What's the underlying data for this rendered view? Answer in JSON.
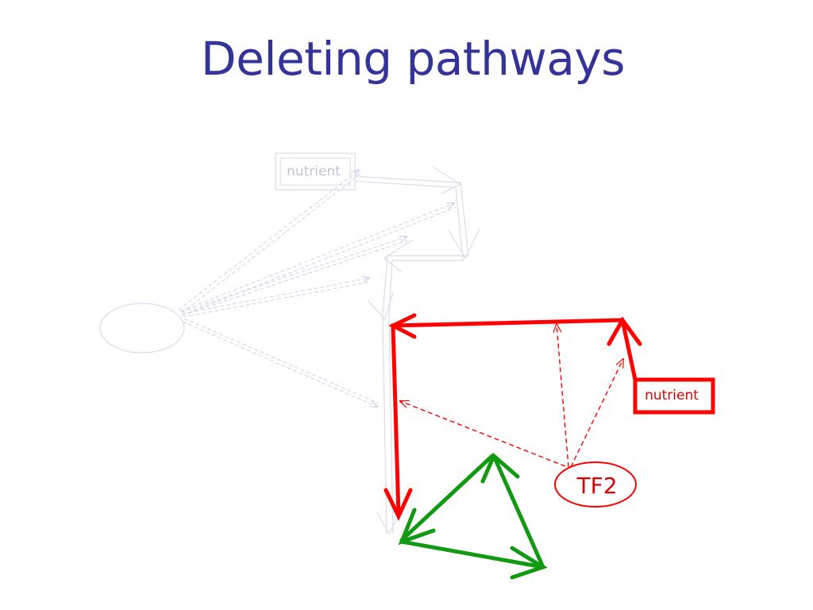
{
  "slide": {
    "title": "Deleting pathways"
  },
  "diagram": {
    "faded_node_label": "nutrient",
    "nutrient_label": "nutrient",
    "tf_label": "TF2",
    "colors": {
      "title": "#333399",
      "active": "#ff0000",
      "loop": "#119911",
      "faded_line": "#d4d4ec",
      "faded_box": "#cfcfe0"
    }
  }
}
